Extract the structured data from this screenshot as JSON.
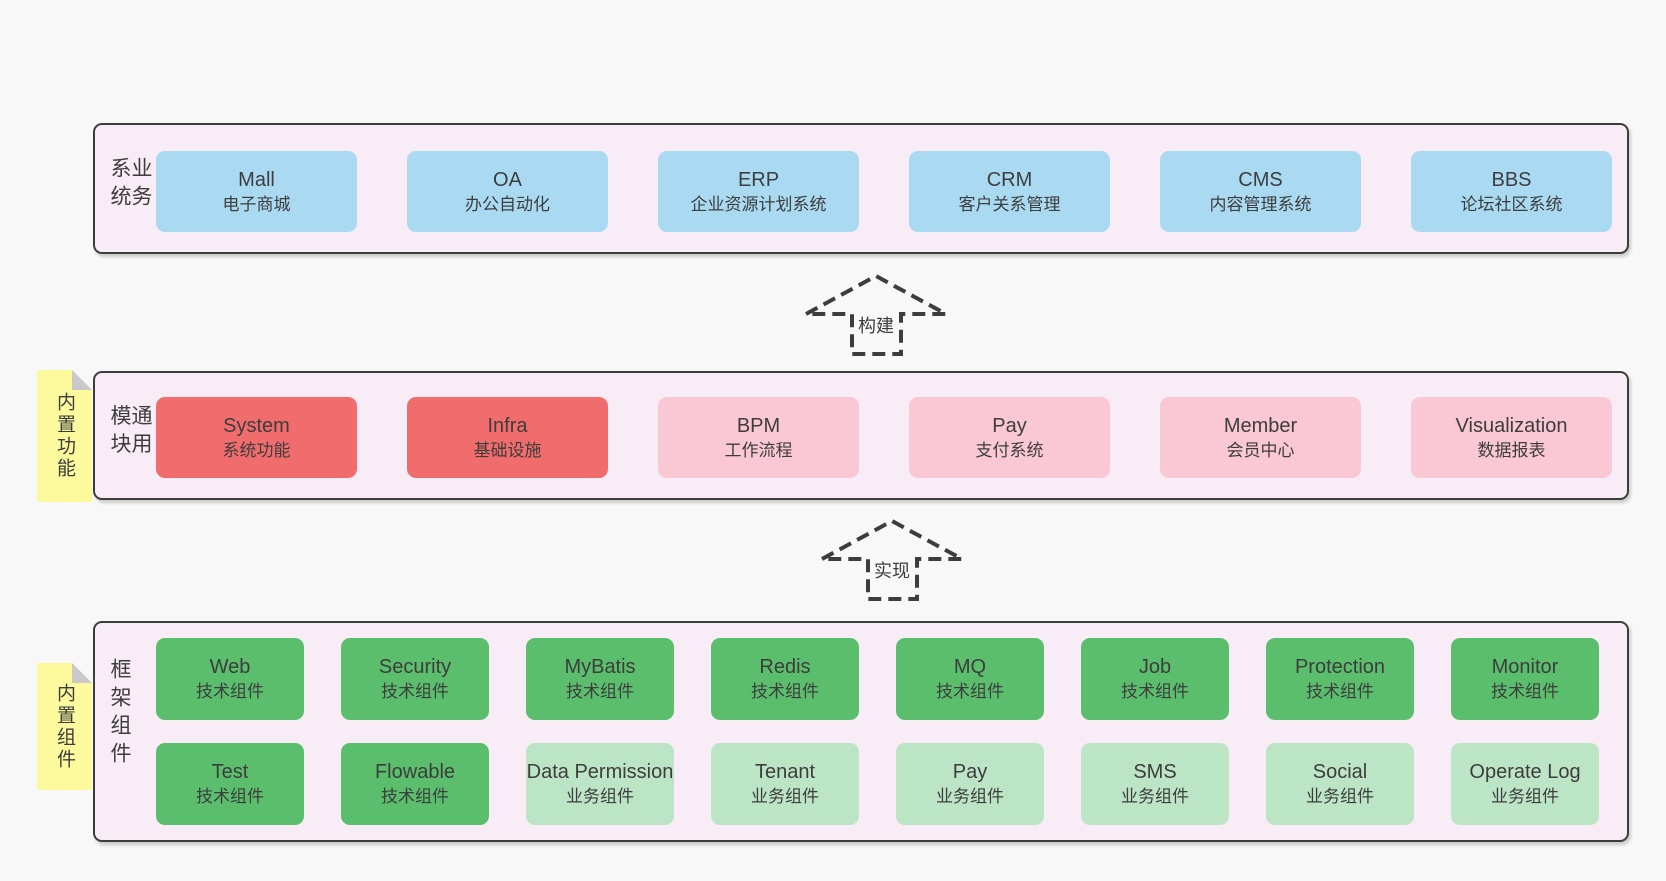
{
  "colors": {
    "page_bg": "#f8f8f8",
    "panel_bg": "#f8edf6",
    "panel_border": "#3d3d3d",
    "text": "#3d3d3d",
    "blue": "#a9daf2",
    "red": "#f16c6c",
    "pink": "#fac7d4",
    "green": "#5abe6d",
    "light_green": "#bce5c6",
    "sticky_yellow": "#fcfa9d",
    "sticky_fold": "#c9c9c9"
  },
  "arrows": [
    {
      "label": "构建"
    },
    {
      "label": "实现"
    }
  ],
  "sections": {
    "business": {
      "label": "业务系统",
      "boxes": [
        {
          "title": "Mall",
          "subtitle": "电子商城",
          "variant": "blue"
        },
        {
          "title": "OA",
          "subtitle": "办公自动化",
          "variant": "blue"
        },
        {
          "title": "ERP",
          "subtitle": "企业资源计划系统",
          "variant": "blue"
        },
        {
          "title": "CRM",
          "subtitle": "客户关系管理",
          "variant": "blue"
        },
        {
          "title": "CMS",
          "subtitle": "内容管理系统",
          "variant": "blue"
        },
        {
          "title": "BBS",
          "subtitle": "论坛社区系统",
          "variant": "blue"
        }
      ]
    },
    "modules": {
      "label": "通用模块",
      "sticky": "内置功能",
      "boxes": [
        {
          "title": "System",
          "subtitle": "系统功能",
          "variant": "red"
        },
        {
          "title": "Infra",
          "subtitle": "基础设施",
          "variant": "red"
        },
        {
          "title": "BPM",
          "subtitle": "工作流程",
          "variant": "pink"
        },
        {
          "title": "Pay",
          "subtitle": "支付系统",
          "variant": "pink"
        },
        {
          "title": "Member",
          "subtitle": "会员中心",
          "variant": "pink"
        },
        {
          "title": "Visualization",
          "subtitle": "数据报表",
          "variant": "pink"
        }
      ]
    },
    "components": {
      "label": "框架组件",
      "sticky": "内置组件",
      "rows": [
        [
          {
            "title": "Web",
            "subtitle": "技术组件",
            "variant": "green"
          },
          {
            "title": "Security",
            "subtitle": "技术组件",
            "variant": "green"
          },
          {
            "title": "MyBatis",
            "subtitle": "技术组件",
            "variant": "green"
          },
          {
            "title": "Redis",
            "subtitle": "技术组件",
            "variant": "green"
          },
          {
            "title": "MQ",
            "subtitle": "技术组件",
            "variant": "green"
          },
          {
            "title": "Job",
            "subtitle": "技术组件",
            "variant": "green"
          },
          {
            "title": "Protection",
            "subtitle": "技术组件",
            "variant": "green"
          },
          {
            "title": "Monitor",
            "subtitle": "技术组件",
            "variant": "green"
          }
        ],
        [
          {
            "title": "Test",
            "subtitle": "技术组件",
            "variant": "green"
          },
          {
            "title": "Flowable",
            "subtitle": "技术组件",
            "variant": "green"
          },
          {
            "title": "Data Permission",
            "subtitle": "业务组件",
            "variant": "light_green"
          },
          {
            "title": "Tenant",
            "subtitle": "业务组件",
            "variant": "light_green"
          },
          {
            "title": "Pay",
            "subtitle": "业务组件",
            "variant": "light_green"
          },
          {
            "title": "SMS",
            "subtitle": "业务组件",
            "variant": "light_green"
          },
          {
            "title": "Social",
            "subtitle": "业务组件",
            "variant": "light_green"
          },
          {
            "title": "Operate Log",
            "subtitle": "业务组件",
            "variant": "light_green"
          }
        ]
      ]
    }
  }
}
